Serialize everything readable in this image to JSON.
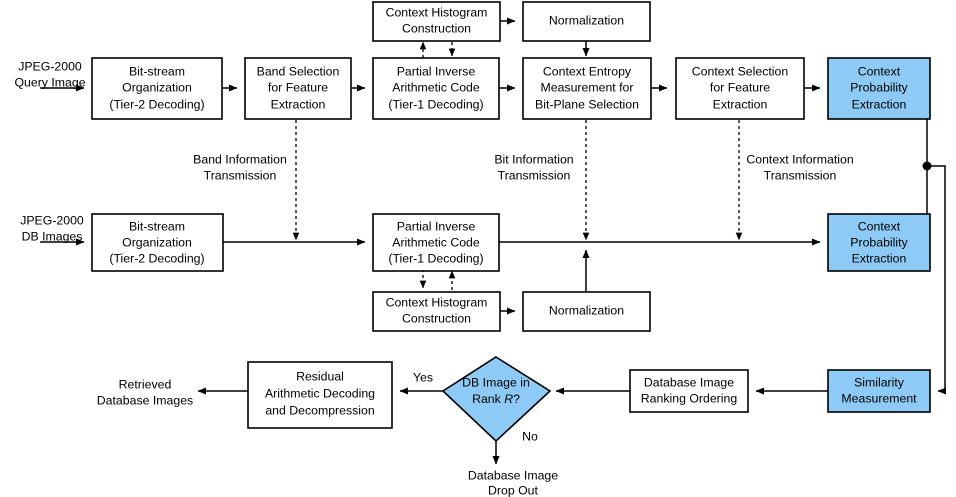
{
  "diagram": {
    "title": "JPEG-2000 compressed-domain image retrieval flowchart",
    "accent_color": "#8ECAF6",
    "box_fill": "#FFFFFF",
    "stroke_color": "#000000",
    "nodes": {
      "ctx_hist_top": {
        "lines": [
          "Context Histogram",
          "Construction"
        ]
      },
      "norm_top": {
        "lines": [
          "Normalization"
        ]
      },
      "query_input": {
        "lines": [
          "JPEG-2000",
          "Query Image"
        ]
      },
      "bitstream_top": {
        "lines": [
          "Bit-stream",
          "Organization",
          "(Tier-2 Decoding)"
        ]
      },
      "band_selection": {
        "lines": [
          "Band Selection",
          "for Feature",
          "Extraction"
        ]
      },
      "partial_inv_top": {
        "lines": [
          "Partial Inverse",
          "Arithmetic Code",
          "(Tier-1 Decoding)"
        ]
      },
      "ctx_entropy": {
        "lines": [
          "Context Entropy",
          "Measurement for",
          "Bit-Plane Selection"
        ]
      },
      "ctx_selection": {
        "lines": [
          "Context Selection",
          "for Feature",
          "Extraction"
        ]
      },
      "ctx_prob_top": {
        "lines": [
          "Context",
          "Probability",
          "Extraction"
        ]
      },
      "db_input": {
        "lines": [
          "JPEG-2000",
          "DB Images"
        ]
      },
      "bitstream_mid": {
        "lines": [
          "Bit-stream",
          "Organization",
          "(Tier-2 Decoding)"
        ]
      },
      "partial_inv_mid": {
        "lines": [
          "Partial Inverse",
          "Arithmetic Code",
          "(Tier-1 Decoding)"
        ]
      },
      "ctx_prob_mid": {
        "lines": [
          "Context",
          "Probability",
          "Extraction"
        ]
      },
      "ctx_hist_mid": {
        "lines": [
          "Context Histogram",
          "Construction"
        ]
      },
      "norm_mid": {
        "lines": [
          "Normalization"
        ]
      },
      "retrieved_output": {
        "lines": [
          "Retrieved",
          "Database Images"
        ]
      },
      "residual_decoding": {
        "lines": [
          "Residual",
          "Arithmetic Decoding",
          "and Decompression"
        ]
      },
      "rank_decision": {
        "lines": [
          "DB Image in",
          "Rank R?"
        ],
        "line2_prefix": "Rank ",
        "line2_italic": "R",
        "line2_suffix": "?"
      },
      "db_ranking": {
        "lines": [
          "Database Image",
          "Ranking Ordering"
        ]
      },
      "similarity": {
        "lines": [
          "Similarity",
          "Measurement"
        ]
      },
      "drop_out": {
        "lines": [
          "Database Image",
          "Drop Out"
        ]
      }
    },
    "edge_labels": {
      "band_info": {
        "lines": [
          "Band Information",
          "Transmission"
        ]
      },
      "bit_info": {
        "lines": [
          "Bit Information",
          "Transmission"
        ]
      },
      "context_info": {
        "lines": [
          "Context Information",
          "Transmission"
        ]
      },
      "yes": "Yes",
      "no": "No"
    }
  }
}
